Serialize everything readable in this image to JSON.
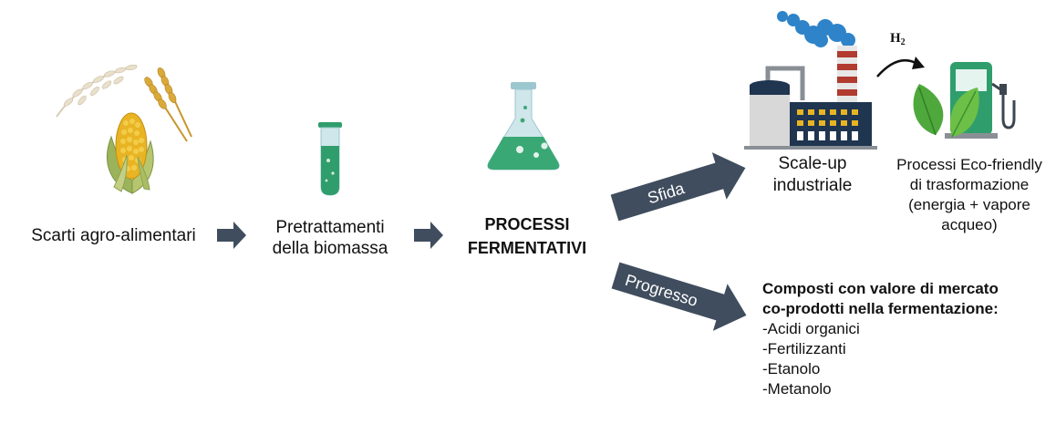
{
  "colors": {
    "arrow": "#3f4d5e",
    "tube_green": "#2f9e6c",
    "flask_green": "#3aa874",
    "flask_glass": "#cfe6ea",
    "leaf_green": "#4ea83c",
    "factory_navy": "#1f3550",
    "chimney_red": "#b13b2f",
    "smoke_blue": "#2e83c9",
    "corn_yellow": "#e8b424",
    "wheat_gold": "#d9a93a"
  },
  "icons": {
    "crops": "crops-icon",
    "test_tube": "test-tube-icon",
    "flask": "flask-icon",
    "factory": "factory-icon",
    "eco_pump": "eco-fuel-pump-icon"
  },
  "steps": {
    "scarti": "Scarti agro-alimentari",
    "pretratt_1": "Pretrattamenti",
    "pretratt_2": "della biomassa",
    "processi_1": "PROCESSI",
    "processi_2": "FERMENTATIVI"
  },
  "branches": {
    "sfida": "Sfida",
    "progresso": "Progresso"
  },
  "scale_up": {
    "line1": "Scale-up",
    "line2": "industriale"
  },
  "h2": {
    "base": "H",
    "sub": "2"
  },
  "eco": {
    "line1": "Processi Eco-friendly",
    "line2": "di trasformazione",
    "line3": "(energia + vapore",
    "line4": "acqueo)"
  },
  "composti": {
    "header1": "Composti con valore di mercato",
    "header2": "co-prodotti nella fermentazione:",
    "items": [
      "-Acidi organici",
      "-Fertilizzanti",
      "-Etanolo",
      "-Metanolo"
    ]
  }
}
